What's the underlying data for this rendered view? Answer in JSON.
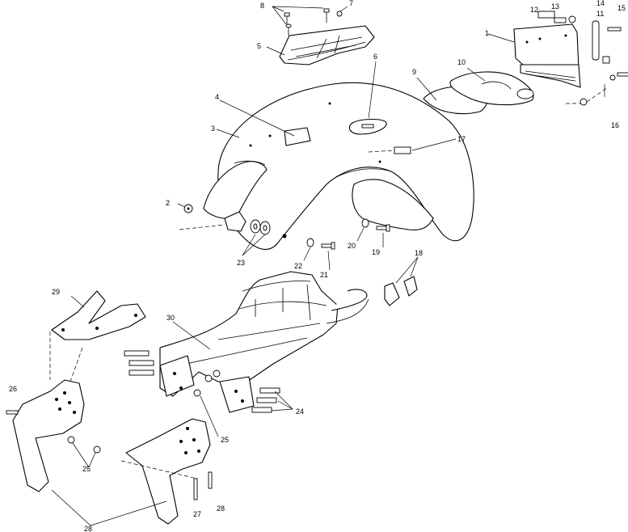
{
  "callouts": {
    "c1": "1",
    "c2": "2",
    "c3": "3",
    "c4": "4",
    "c5": "5",
    "c6": "6",
    "c7": "7",
    "c8": "8",
    "c9": "9",
    "c10": "10",
    "c11": "11",
    "c12": "12",
    "c13": "13",
    "c14": "14",
    "c15": "15",
    "c16": "16",
    "c17": "17",
    "c18": "18",
    "c19": "19",
    "c20": "20",
    "c21": "21",
    "c22": "22",
    "c23": "23",
    "c24": "24",
    "c25a": "25",
    "c25b": "25",
    "c26": "26",
    "c27": "27",
    "c28a": "28",
    "c28b": "28",
    "c29": "29",
    "c30": "30"
  }
}
